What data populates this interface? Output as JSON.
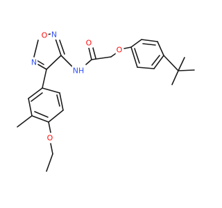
{
  "molecule": {
    "atoms": {
      "oxygen_furazan": "O",
      "nitrogen_furazan_top": "N",
      "nitrogen_furazan_left": "N",
      "nitrogen_amide": "NH",
      "oxygen_carbonyl": "O",
      "oxygen_ether_phenoxy": "O",
      "oxygen_ethoxy": "O"
    },
    "colors": {
      "oxygen": "#ff0d0d",
      "nitrogen": "#3050f8",
      "bond": "#1a1a1a"
    }
  }
}
